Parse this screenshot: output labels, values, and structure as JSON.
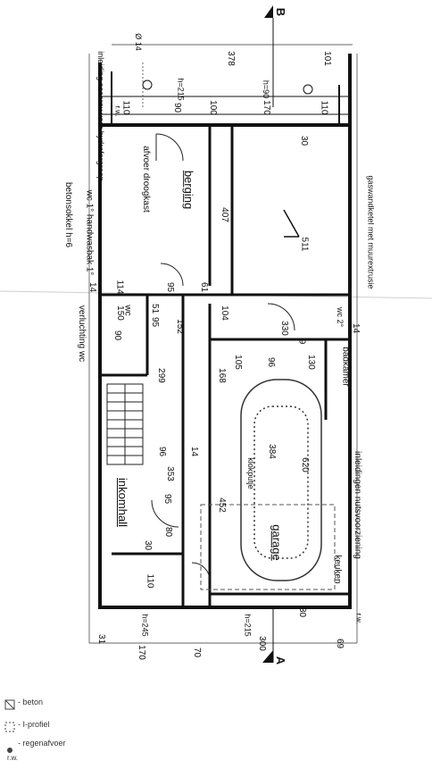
{
  "section_markers": {
    "top": "B",
    "bottom": "A"
  },
  "rooms": {
    "inkomhall": "inkomhall",
    "berging": "berging",
    "garage": "garage",
    "badkamer": "badkamer",
    "keuken": "keuken",
    "wc": "wc"
  },
  "notes": {
    "betonsokkel": "betonsokkel h=6",
    "handwasbak": "wc 1° handwasbak 1°",
    "afvoer_droogkast": "afvoer droogkast",
    "verluchting_wc": "verluchting wc",
    "socarex": "inleiding socarex voor hydroforgroep",
    "gaswandketel": "gaswandketel met muurextrusie",
    "nutsvoorziening": "inleidingen nutsvoorziening",
    "klokputje": "klokputje",
    "wc2": "wc 2°",
    "pipe": "Ø 14",
    "rw_top": "r.w.",
    "rw_bottom": "r.w."
  },
  "dimensions": {
    "d378": "378",
    "d101": "101",
    "h215_top": "h=215",
    "h90": "h=90",
    "d110_a": "110",
    "d90_a": "90",
    "d100": "100",
    "d170_a": "170",
    "d110_b": "110",
    "d30_a": "30",
    "d407": "407",
    "d511": "511",
    "d14_a": "14",
    "d114": "114",
    "d95_a": "95",
    "d61": "61",
    "d150": "150",
    "d90_b": "90",
    "d95_b": "95",
    "d51": "51",
    "d104": "104",
    "d152": "152",
    "d330": "330",
    "d9": "9",
    "d14_b": "14",
    "d299": "299",
    "d168": "168",
    "d105": "105",
    "d96_a": "96",
    "d130": "130",
    "d96_b": "96",
    "d14_c": "14",
    "d384": "384",
    "d620": "620",
    "d353": "353",
    "d95_c": "95",
    "d452": "452",
    "d30_b": "30",
    "d80": "80",
    "d110_c": "110",
    "d30_c": "30",
    "d31": "31",
    "h245": "h=245",
    "h215_bot": "h=215",
    "d170_b": "170",
    "d70": "70",
    "d300": "300",
    "d69": "69"
  },
  "legend": {
    "beton": "- beton",
    "profiel": "- I-profiel",
    "regenafvoer": "- regenafvoer",
    "fw": "r.w."
  }
}
